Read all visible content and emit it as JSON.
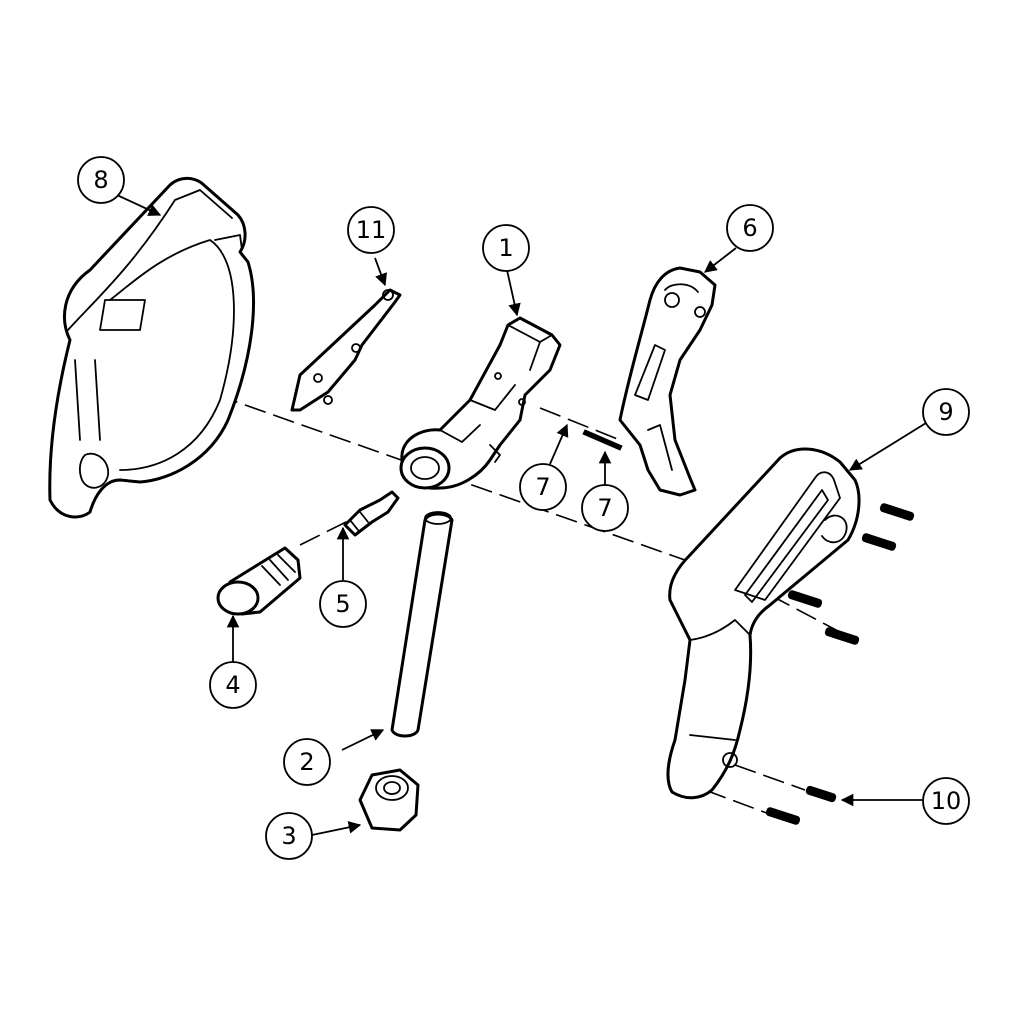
{
  "diagram": {
    "callouts": [
      {
        "id": "c8",
        "label": "8"
      },
      {
        "id": "c11",
        "label": "11"
      },
      {
        "id": "c1",
        "label": "1"
      },
      {
        "id": "c6",
        "label": "6"
      },
      {
        "id": "c9",
        "label": "9"
      },
      {
        "id": "c7a",
        "label": "7"
      },
      {
        "id": "c7b",
        "label": "7"
      },
      {
        "id": "c5",
        "label": "5"
      },
      {
        "id": "c4",
        "label": "4"
      },
      {
        "id": "c2",
        "label": "2"
      },
      {
        "id": "c3",
        "label": "3"
      },
      {
        "id": "c10",
        "label": "10"
      }
    ]
  }
}
